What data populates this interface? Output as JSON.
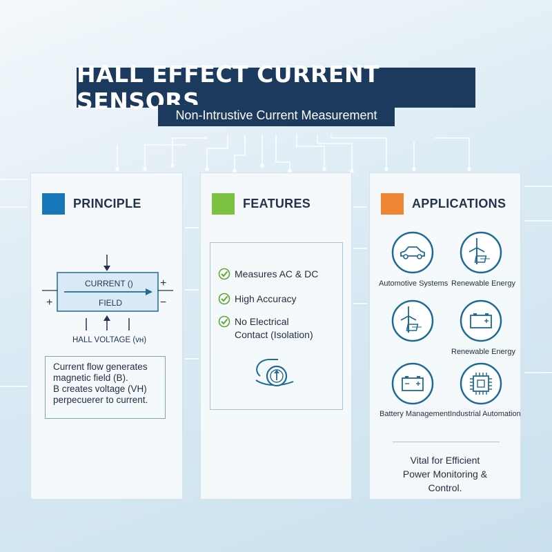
{
  "title": "HALL EFFECT CURRENT SENSORS",
  "subtitle": "Non-Intrustive Current Measurement",
  "colors": {
    "navy": "#1c3a5e",
    "principle": "#1877b8",
    "features": "#7cc242",
    "applications": "#ee8532",
    "icon_stroke": "#1e6a95"
  },
  "principle": {
    "heading": "PRINCIPLE",
    "current_label": "CURRENT ()",
    "field_label": "FIELD",
    "plus": "+",
    "minus": "−",
    "hall_voltage_label": "HALL VOLTAGE (ᴠʜ)",
    "description": [
      "Current flow generates",
      "magnetic field (B).",
      "B creates voltage (VH)",
      "perpecuerer to current."
    ]
  },
  "features": {
    "heading": "FEATURES",
    "items": [
      "Measures AC & DC",
      "High Accuracy",
      "No Electrical Contact (Isolation)"
    ],
    "icons": [
      "check-icon",
      "check-icon",
      "check-icon",
      "current-clamp-icon"
    ]
  },
  "applications": {
    "heading": "APPLICATIONS",
    "items": [
      {
        "label": "Automotive Systems",
        "icon": "car-icon"
      },
      {
        "label": "Renewable Energy",
        "icon": "wind-solar-icon"
      },
      {
        "label": "",
        "icon": "wind-solar-icon"
      },
      {
        "label": "Renewable Energy",
        "icon": "battery-icon"
      },
      {
        "label": "Battery Management",
        "icon": "battery-icon"
      },
      {
        "label": "Industrial Automation",
        "icon": "chip-icon"
      }
    ],
    "footer": "Vital for Efficient Power Monitoring & Control."
  }
}
